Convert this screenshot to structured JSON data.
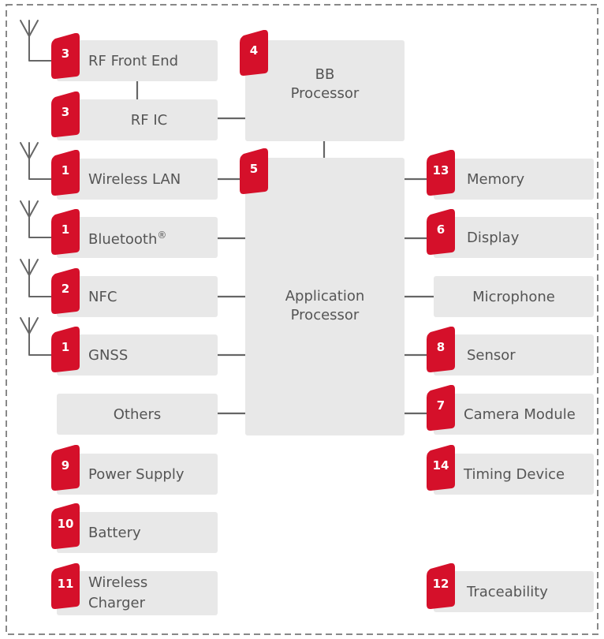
{
  "colors": {
    "badge": "#d5102a",
    "box": "#e8e8e8",
    "text": "#555555",
    "connector": "#666666",
    "border": "#888888"
  },
  "boxes": {
    "rf_front_end": "RF Front End",
    "bb_processor_line1": "BB",
    "bb_processor_line2": "Processor",
    "rf_ic": "RF IC",
    "wireless_lan": "Wireless LAN",
    "bluetooth": "Bluetooth",
    "bluetooth_mark": "®",
    "nfc": "NFC",
    "gnss": "GNSS",
    "others": "Others",
    "power_supply": "Power Supply",
    "battery": "Battery",
    "wireless_charger_line1": "Wireless",
    "wireless_charger_line2": "Charger",
    "application_processor_line1": "Application",
    "application_processor_line2": "Processor",
    "memory": "Memory",
    "display": "Display",
    "microphone": "Microphone",
    "sensor": "Sensor",
    "camera_module": "Camera Module",
    "timing_device": "Timing Device",
    "traceability": "Traceability"
  },
  "badges": {
    "rf_front_end": "3",
    "rf_ic": "3",
    "bb_processor": "4",
    "wireless_lan": "1",
    "application_processor": "5",
    "bluetooth": "1",
    "nfc": "2",
    "gnss": "1",
    "power_supply": "9",
    "battery": "10",
    "wireless_charger": "11",
    "memory": "13",
    "display": "6",
    "sensor": "8",
    "camera_module": "7",
    "timing_device": "14",
    "traceability": "12"
  },
  "antenna_icons": [
    "antenna-icon",
    "antenna-icon",
    "antenna-icon",
    "antenna-icon",
    "antenna-icon"
  ]
}
